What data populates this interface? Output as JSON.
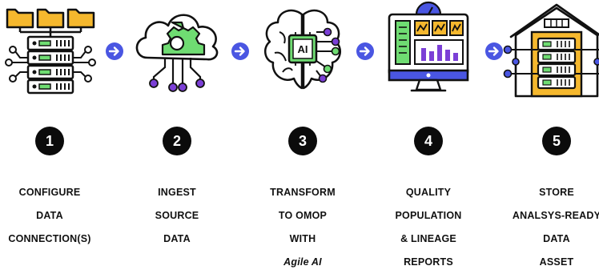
{
  "colors": {
    "accent": "#4a56e2",
    "green": "#6fdc72",
    "purple": "#7b3fd6",
    "folder": "#f5b82e",
    "black": "#0b0b0b"
  },
  "steps": [
    {
      "number": "1",
      "icon": "server-folders-icon",
      "lines": [
        "CONFIGURE",
        "DATA",
        "CONNECTION(S)"
      ]
    },
    {
      "number": "2",
      "icon": "cloud-gear-icon",
      "lines": [
        "INGEST",
        "SOURCE",
        "DATA"
      ]
    },
    {
      "number": "3",
      "icon": "ai-brain-icon",
      "lines": [
        "TRANSFORM",
        "TO OMOP",
        "WITH",
        "Agile AI"
      ]
    },
    {
      "number": "4",
      "icon": "dashboard-monitor-icon",
      "lines": [
        "QUALITY",
        "POPULATION",
        "& LINEAGE",
        "REPORTS"
      ]
    },
    {
      "number": "5",
      "icon": "warehouse-icon",
      "lines": [
        "STORE",
        "ANALSYS-READY",
        "DATA",
        "ASSET"
      ]
    }
  ],
  "arrow_icon": "right-arrow-icon"
}
